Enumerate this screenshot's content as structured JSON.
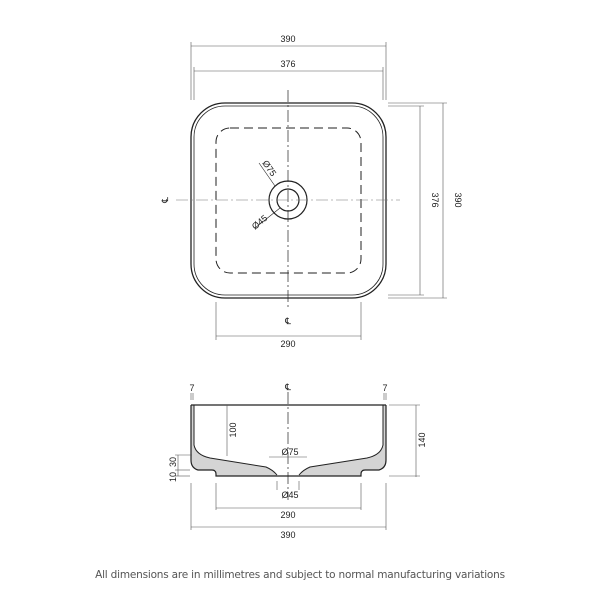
{
  "plan_view": {
    "dim_overall_width": "390",
    "dim_rim_width": "376",
    "dim_rim_height": "376",
    "dim_overall_height": "390",
    "dim_base": "290",
    "dim_outer_waste": "Ø75",
    "dim_inner_waste": "Ø45",
    "centreline_left": "℄",
    "centreline_bottom": "℄"
  },
  "section_view": {
    "centreline_top": "℄",
    "dim_inner_depth": "100",
    "dim_total_height": "140",
    "dim_base_step": "10",
    "dim_base_thickness": "30",
    "dim_outer_waste": "Ø75",
    "dim_inner_waste": "Ø45",
    "dim_base": "290",
    "dim_overall_width": "390",
    "section_mark_left": "7",
    "section_mark_right": "7"
  },
  "footer": {
    "note": "All dimensions are in millimetres and subject to normal manufacturing variations"
  },
  "colors": {
    "line": "#222222",
    "thin": "#555555",
    "hatch": "#d4d4d4"
  }
}
